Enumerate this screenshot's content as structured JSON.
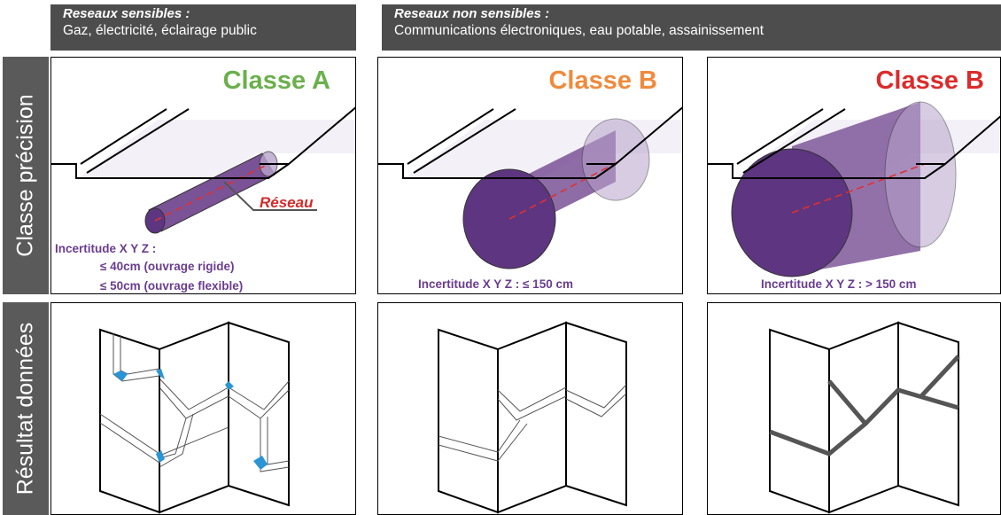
{
  "headers": {
    "sensitive": {
      "title": "Reseaux sensibles :",
      "subtitle": "Gaz, électricité, éclairage public"
    },
    "non_sensitive": {
      "title": "Reseaux non sensibles :",
      "subtitle": "Communications électroniques, eau potable, assainissement"
    }
  },
  "rows": {
    "precision": "Classe précision",
    "results": "Résultat données"
  },
  "columns": [
    {
      "class_label": "Classe A",
      "color": "#6ab04c",
      "uncertainty_title": "Incertitude X Y Z :",
      "uncertainty_lines": [
        "≤ 40cm (ouvrage rigide)",
        "≤ 50cm (ouvrage flexible)"
      ],
      "network_label": "Réseau"
    },
    {
      "class_label": "Classe B",
      "color": "#f08a3c",
      "uncertainty": "Incertitude X Y Z :  ≤ 150 cm"
    },
    {
      "class_label": "Classe B",
      "color": "#dc2b2b",
      "uncertainty": "Incertitude X Y Z :  > 150 cm"
    }
  ],
  "colors": {
    "header_bg": "#4d4d4d",
    "uncertainty_purple": "#6a3d8f",
    "cylinder_purple": "#6b3f8c",
    "marker_blue": "#2a95d5"
  },
  "icons": [
    "pipe-cylinder-icon",
    "trench-icon",
    "folded-map-icon"
  ]
}
